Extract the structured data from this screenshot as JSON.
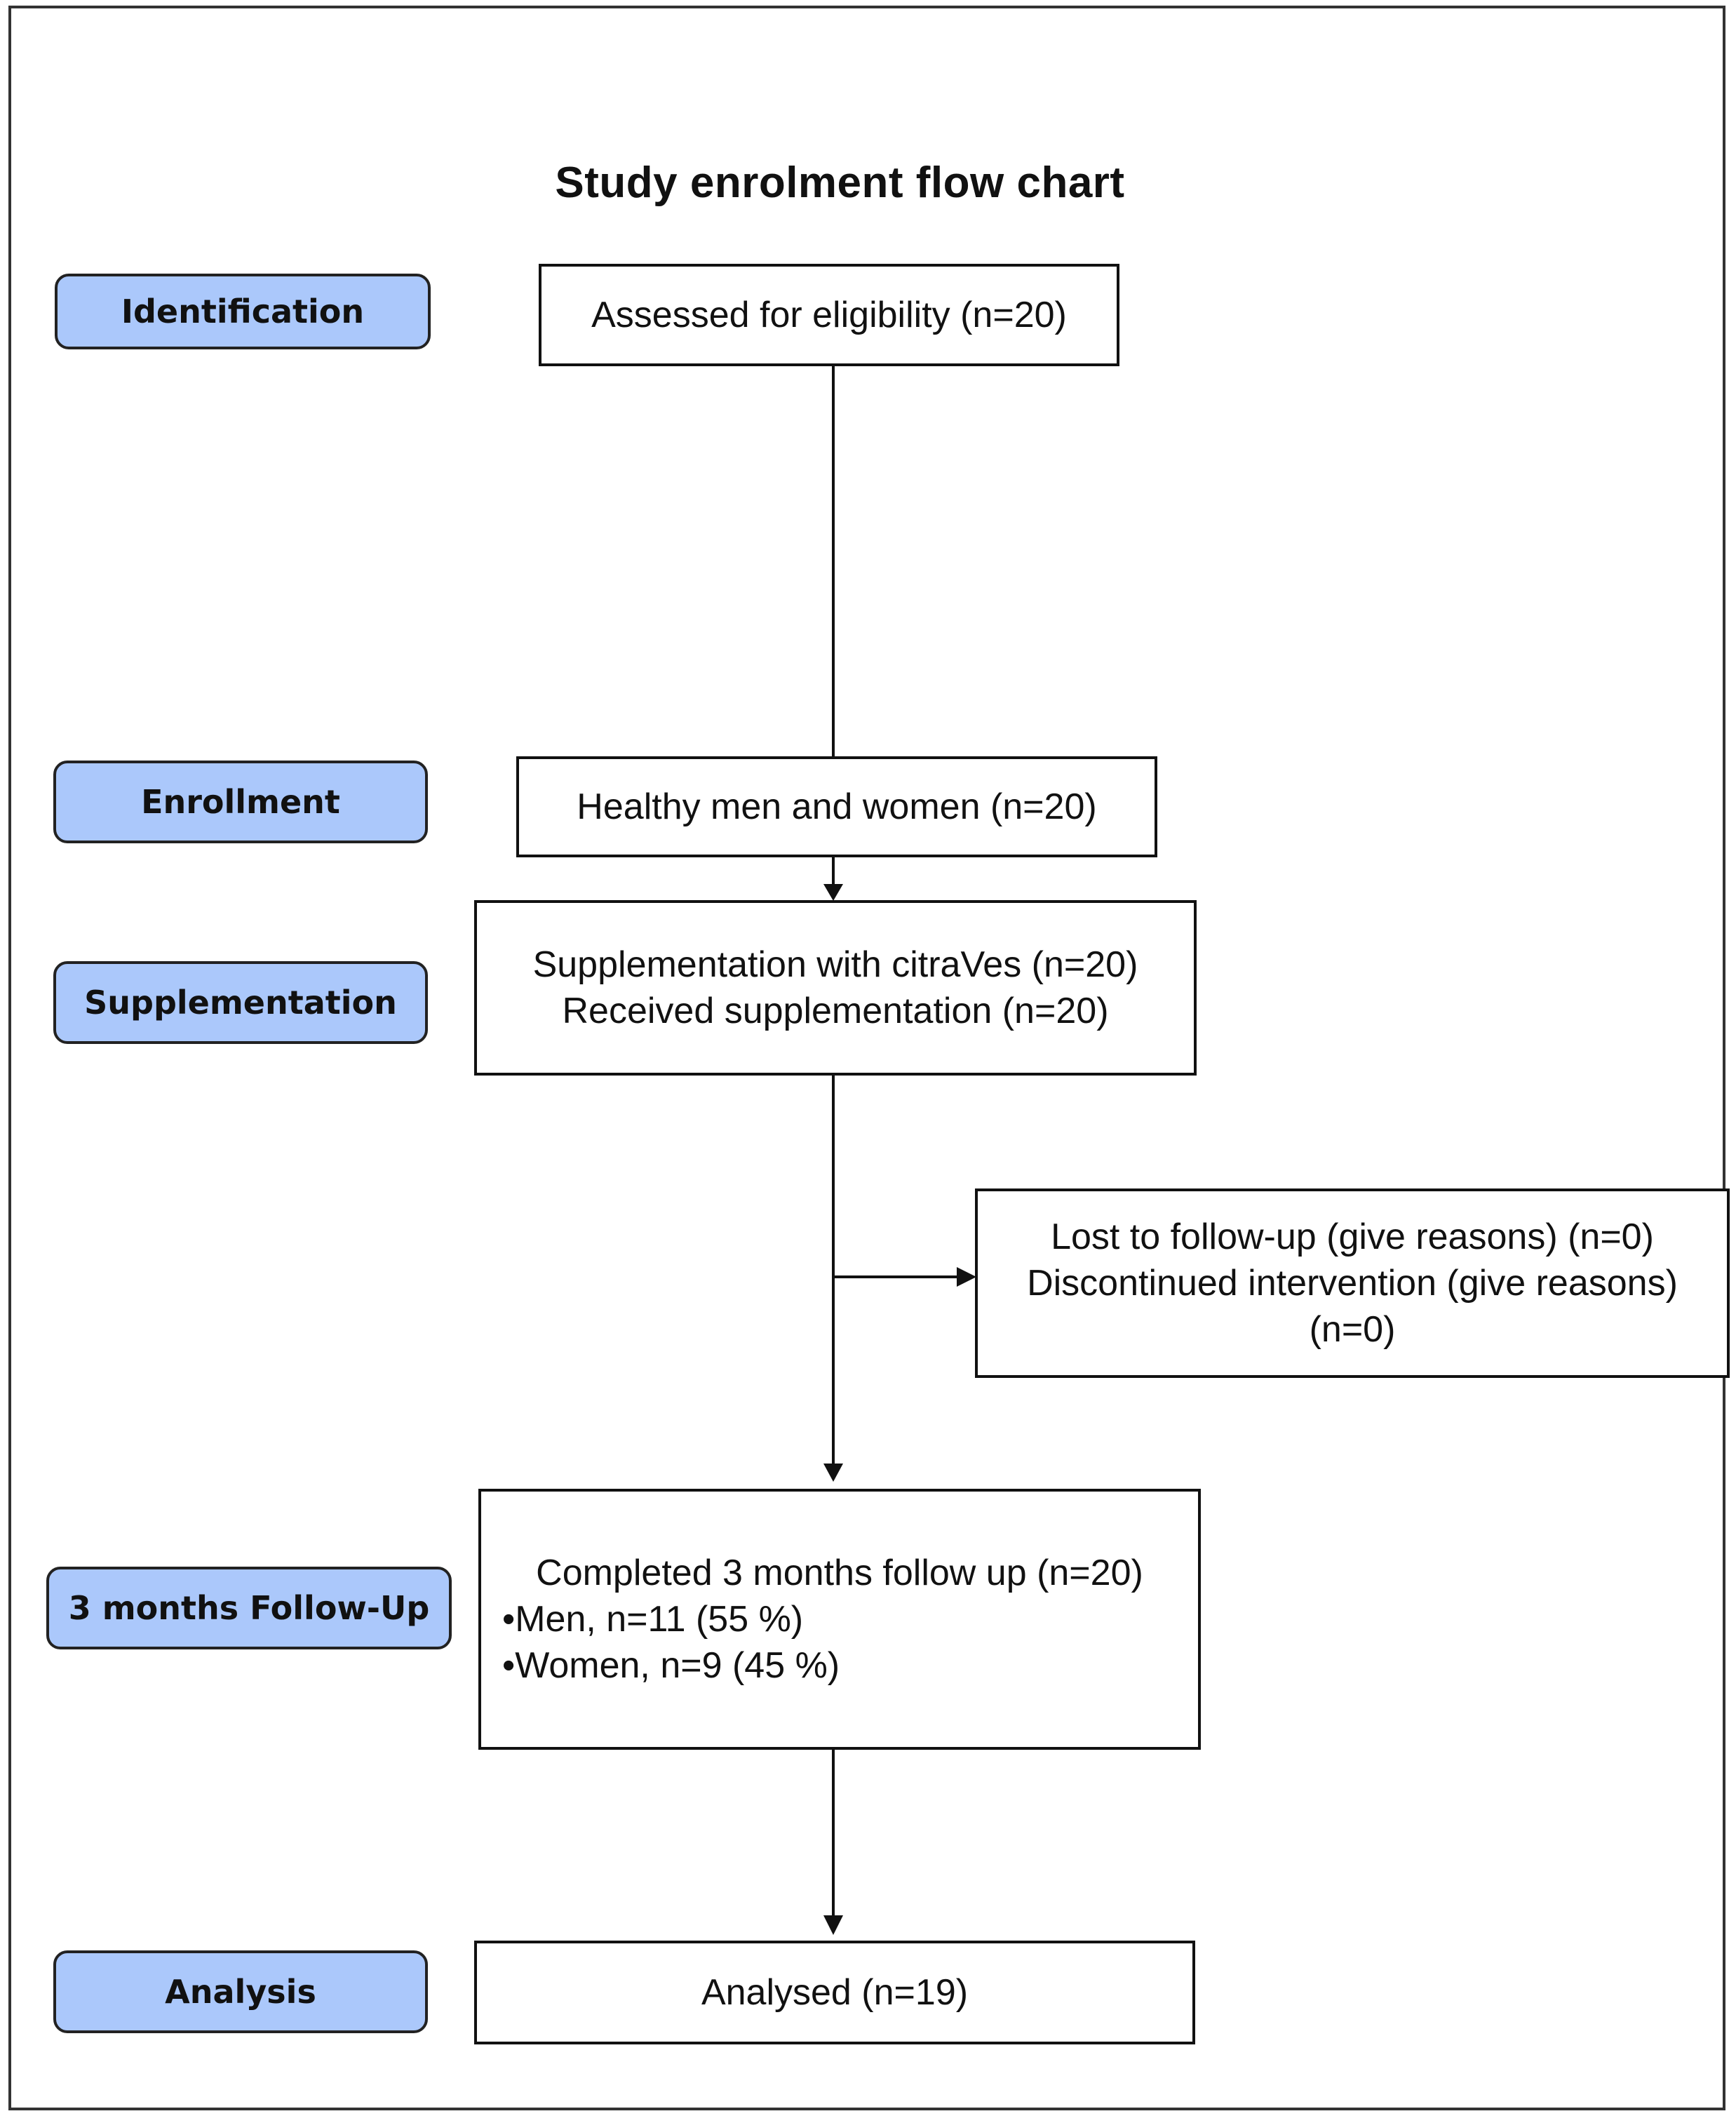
{
  "title": "Study enrolment flow chart",
  "stages": {
    "identification": "Identification",
    "enrollment": "Enrollment",
    "supplementation": "Supplementation",
    "followup": "3 months Follow-Up",
    "analysis": "Analysis"
  },
  "boxes": {
    "assessed": "Assessed for eligibility (n=20)",
    "healthy": "Healthy men and women (n=20)",
    "supplementation": {
      "line1": "Supplementation with citraVes (n=20)",
      "line2": "Received supplementation (n=20)"
    },
    "lost": {
      "line1": "Lost to follow-up (give reasons) (n=0)",
      "line2": "Discontinued intervention (give reasons)",
      "line3": "(n=0)"
    },
    "completed": {
      "line1": "Completed 3 months follow up (n=20)",
      "line2": "•Men, n=11 (55 %)",
      "line3": "•Women, n=9 (45 %)"
    },
    "analysed": "Analysed (n=19)"
  },
  "colors": {
    "stage_fill": "#abc8fb",
    "border": "#111111"
  }
}
